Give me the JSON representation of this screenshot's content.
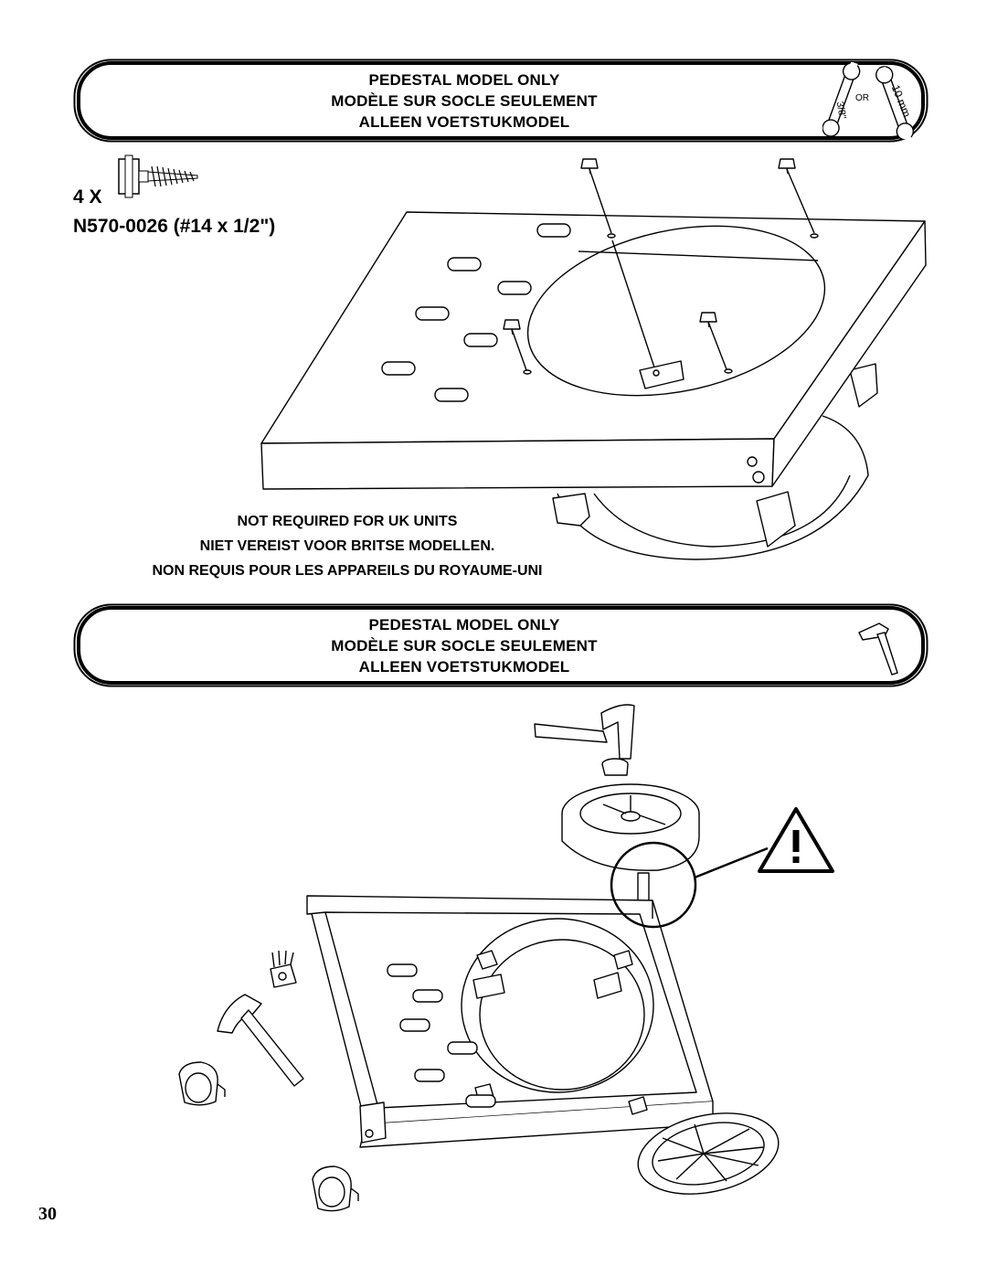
{
  "banner_top": {
    "lines": [
      "PEDESTAL MODEL ONLY",
      "MODÈLE SUR SOCLE SEULEMENT",
      "ALLEEN VOETSTUKMODEL"
    ],
    "tool_icon": "wrench-icon",
    "wrench_size_imperial": "3/8\"",
    "wrench_or": "OR",
    "wrench_size_metric": "10 mm"
  },
  "hardware": {
    "quantity": "4 X",
    "part": "N570-0026 (#14 x 1/2\")",
    "icon": "screw-icon"
  },
  "uk_notes": [
    "NOT REQUIRED FOR UK UNITS",
    "NIET VEREIST VOOR BRITSE MODELLEN.",
    "NON REQUIS POUR LES APPAREILS DU ROYAUME-UNI"
  ],
  "banner_bottom": {
    "lines": [
      "PEDESTAL MODEL ONLY",
      "MODÈLE SUR SOCLE SEULEMENT",
      "ALLEEN VOETSTUKMODEL"
    ],
    "tool_icon": "hammer-icon"
  },
  "warning_icon": "warning-triangle-icon",
  "page_number": "30"
}
